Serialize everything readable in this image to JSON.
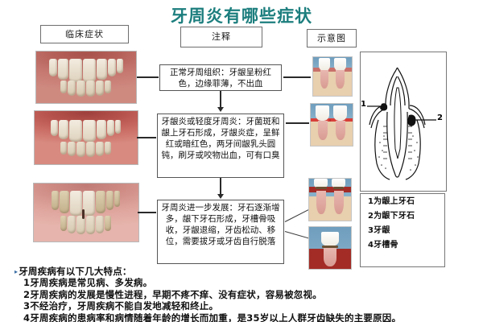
{
  "title": "牙周炎有哪些症状",
  "title_color": "#1d7e7e",
  "headers": {
    "clinical": "临床症状",
    "notes": "注释",
    "schematic": "示意图"
  },
  "photos": [
    {
      "name": "normal-gums-photo",
      "caption": ""
    },
    {
      "name": "gingivitis-photo",
      "caption": ""
    },
    {
      "name": "advanced-periodontitis-photo",
      "caption": ""
    }
  ],
  "notes": [
    "正常牙周组织：牙龈呈粉红色，边缘菲薄，不出血",
    "牙龈炎或轻度牙周炎：牙菌斑和龈上牙石形成，牙龈炎症，呈鲜红或暗红色，两牙间龈乳头圆钝，刷牙或咬物出血，可有口臭",
    "牙周炎进一步发展：牙石逐渐增多，龈下牙石形成，牙槽骨吸收，牙龈退缩，牙齿松动、移位，需要拔牙或牙齿自行脱落"
  ],
  "schematic": {
    "label_1": "1",
    "label_2": "2",
    "legend": [
      "1为龈上牙石",
      "2为龈下牙石",
      "3牙龈",
      "4牙槽骨"
    ]
  },
  "bottom": {
    "heading": "牙周疾病有以下几大特点：",
    "lines": [
      "1牙周疾病是常见病、多发病。",
      "2牙周疾病的发展是慢性进程，早期不疼不痒、没有症状，容易被忽视。",
      "3不经治疗，牙周疾病不能自发地减轻和终止。",
      "4牙周疾病的患病率和病情随着年龄的增长而加重，是35岁以上人群牙齿缺失的主要原因。"
    ]
  }
}
